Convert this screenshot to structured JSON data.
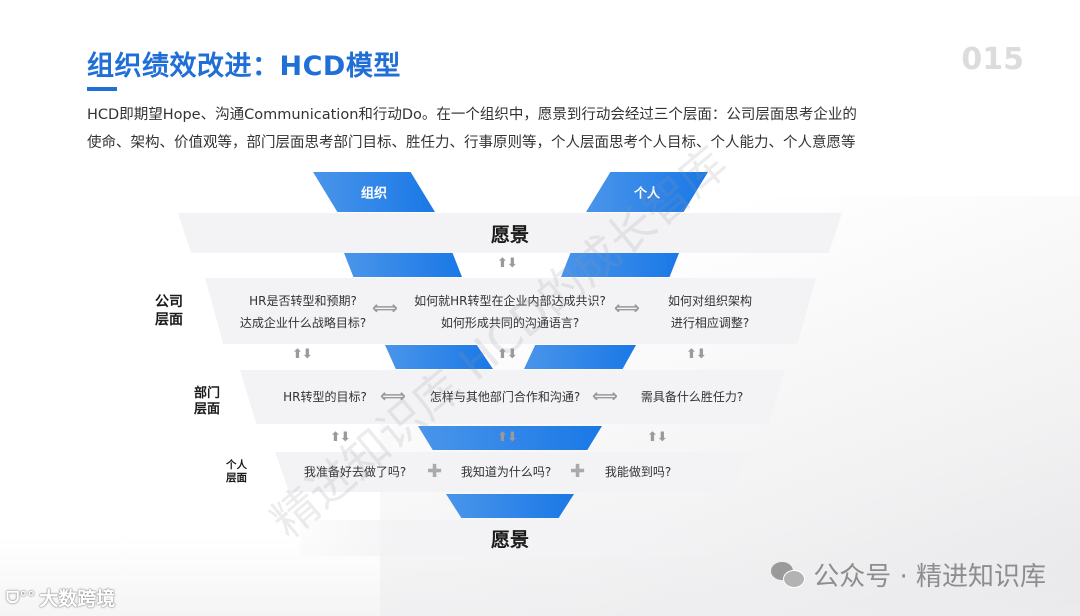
{
  "header": {
    "title": "组织绩效改进：HCD模型",
    "page_number": "015"
  },
  "intro": {
    "line1": "HCD即期望Hope、沟通Communication和行动Do。在一个组织中，愿景到行动会经过三个层面：公司层面思考企业的",
    "line2": "使命、架构、价值观等，部门层面思考部门目标、胜任力、行事原则等，个人层面思考个人目标、个人能力、个人意愿等"
  },
  "diagram": {
    "top_tabs": {
      "left": "组织",
      "right": "个人"
    },
    "vision_top": "愿景",
    "vision_bottom": "愿景",
    "company": {
      "label_line1": "公司",
      "label_line2": "层面",
      "left": [
        "HR是否转型和预期?",
        "达成企业什么战略目标?"
      ],
      "center": [
        "如何就HR转型在企业内部达成共识?",
        "如何形成共同的沟通语言?"
      ],
      "right": [
        "如何对组织架构",
        "进行相应调整?"
      ]
    },
    "department": {
      "label_line1": "部门",
      "label_line2": "层面",
      "left": "HR转型的目标?",
      "center": "怎样与其他部门合作和沟通?",
      "right": "需具备什么胜任力?"
    },
    "personal": {
      "label_line1": "个人",
      "label_line2": "层面",
      "left": "我准备好去做了吗?",
      "center": "我知道为什么吗?",
      "right": "我能做到吗?"
    },
    "icons": {
      "lr_arrow": "⟺",
      "ud_arrows": "⬆⬇",
      "plus": "✚"
    },
    "colors": {
      "accent_blue": "#1a78e6",
      "title_blue": "#1f6fd6",
      "band_gray": "#f3f2f4"
    }
  },
  "watermarks": {
    "main": "精进知识库 HCD的成长智库"
  },
  "footer": {
    "wechat_label": "公众号 · 精进知识库",
    "brand": "大数跨境",
    "brand_logo": "ᗜ°°"
  }
}
